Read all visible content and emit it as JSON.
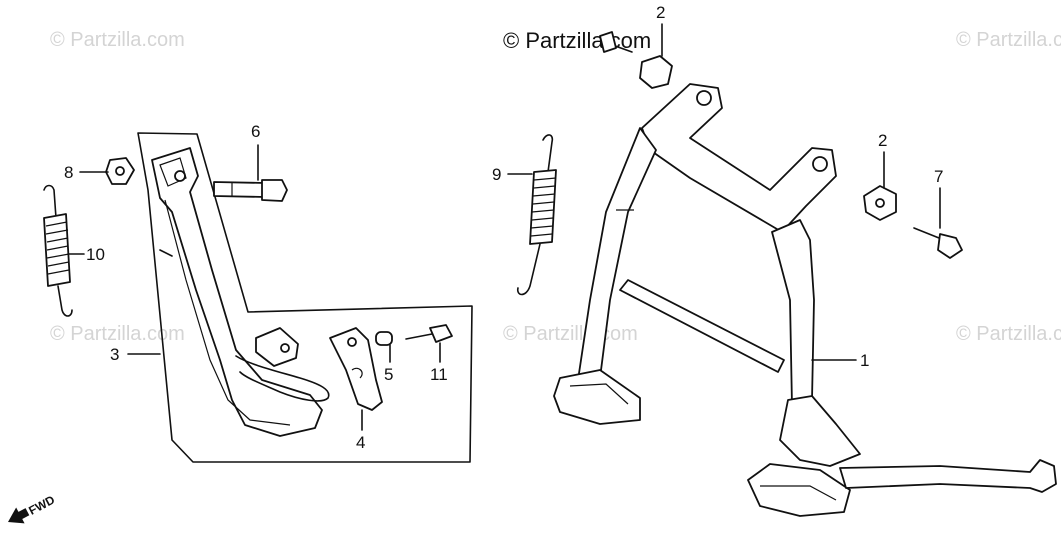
{
  "watermarks": {
    "tl": "© Partzilla.com",
    "tc": "© Partzilla.com",
    "tr": "© Partzilla.com",
    "ml": "© Partzilla.com",
    "mc": "© Partzilla.com",
    "mr": "© Partzilla.com"
  },
  "callouts": {
    "p1": "1",
    "p2a": "2",
    "p2b": "2",
    "p3": "3",
    "p4": "4",
    "p5": "5",
    "p6": "6",
    "p7": "7",
    "p8": "8",
    "p9": "9",
    "p10": "10",
    "p11": "11"
  },
  "fwd_label": "FWD",
  "colors": {
    "line": "#111111",
    "watermark": "#d4d4d4",
    "background": "#ffffff"
  }
}
